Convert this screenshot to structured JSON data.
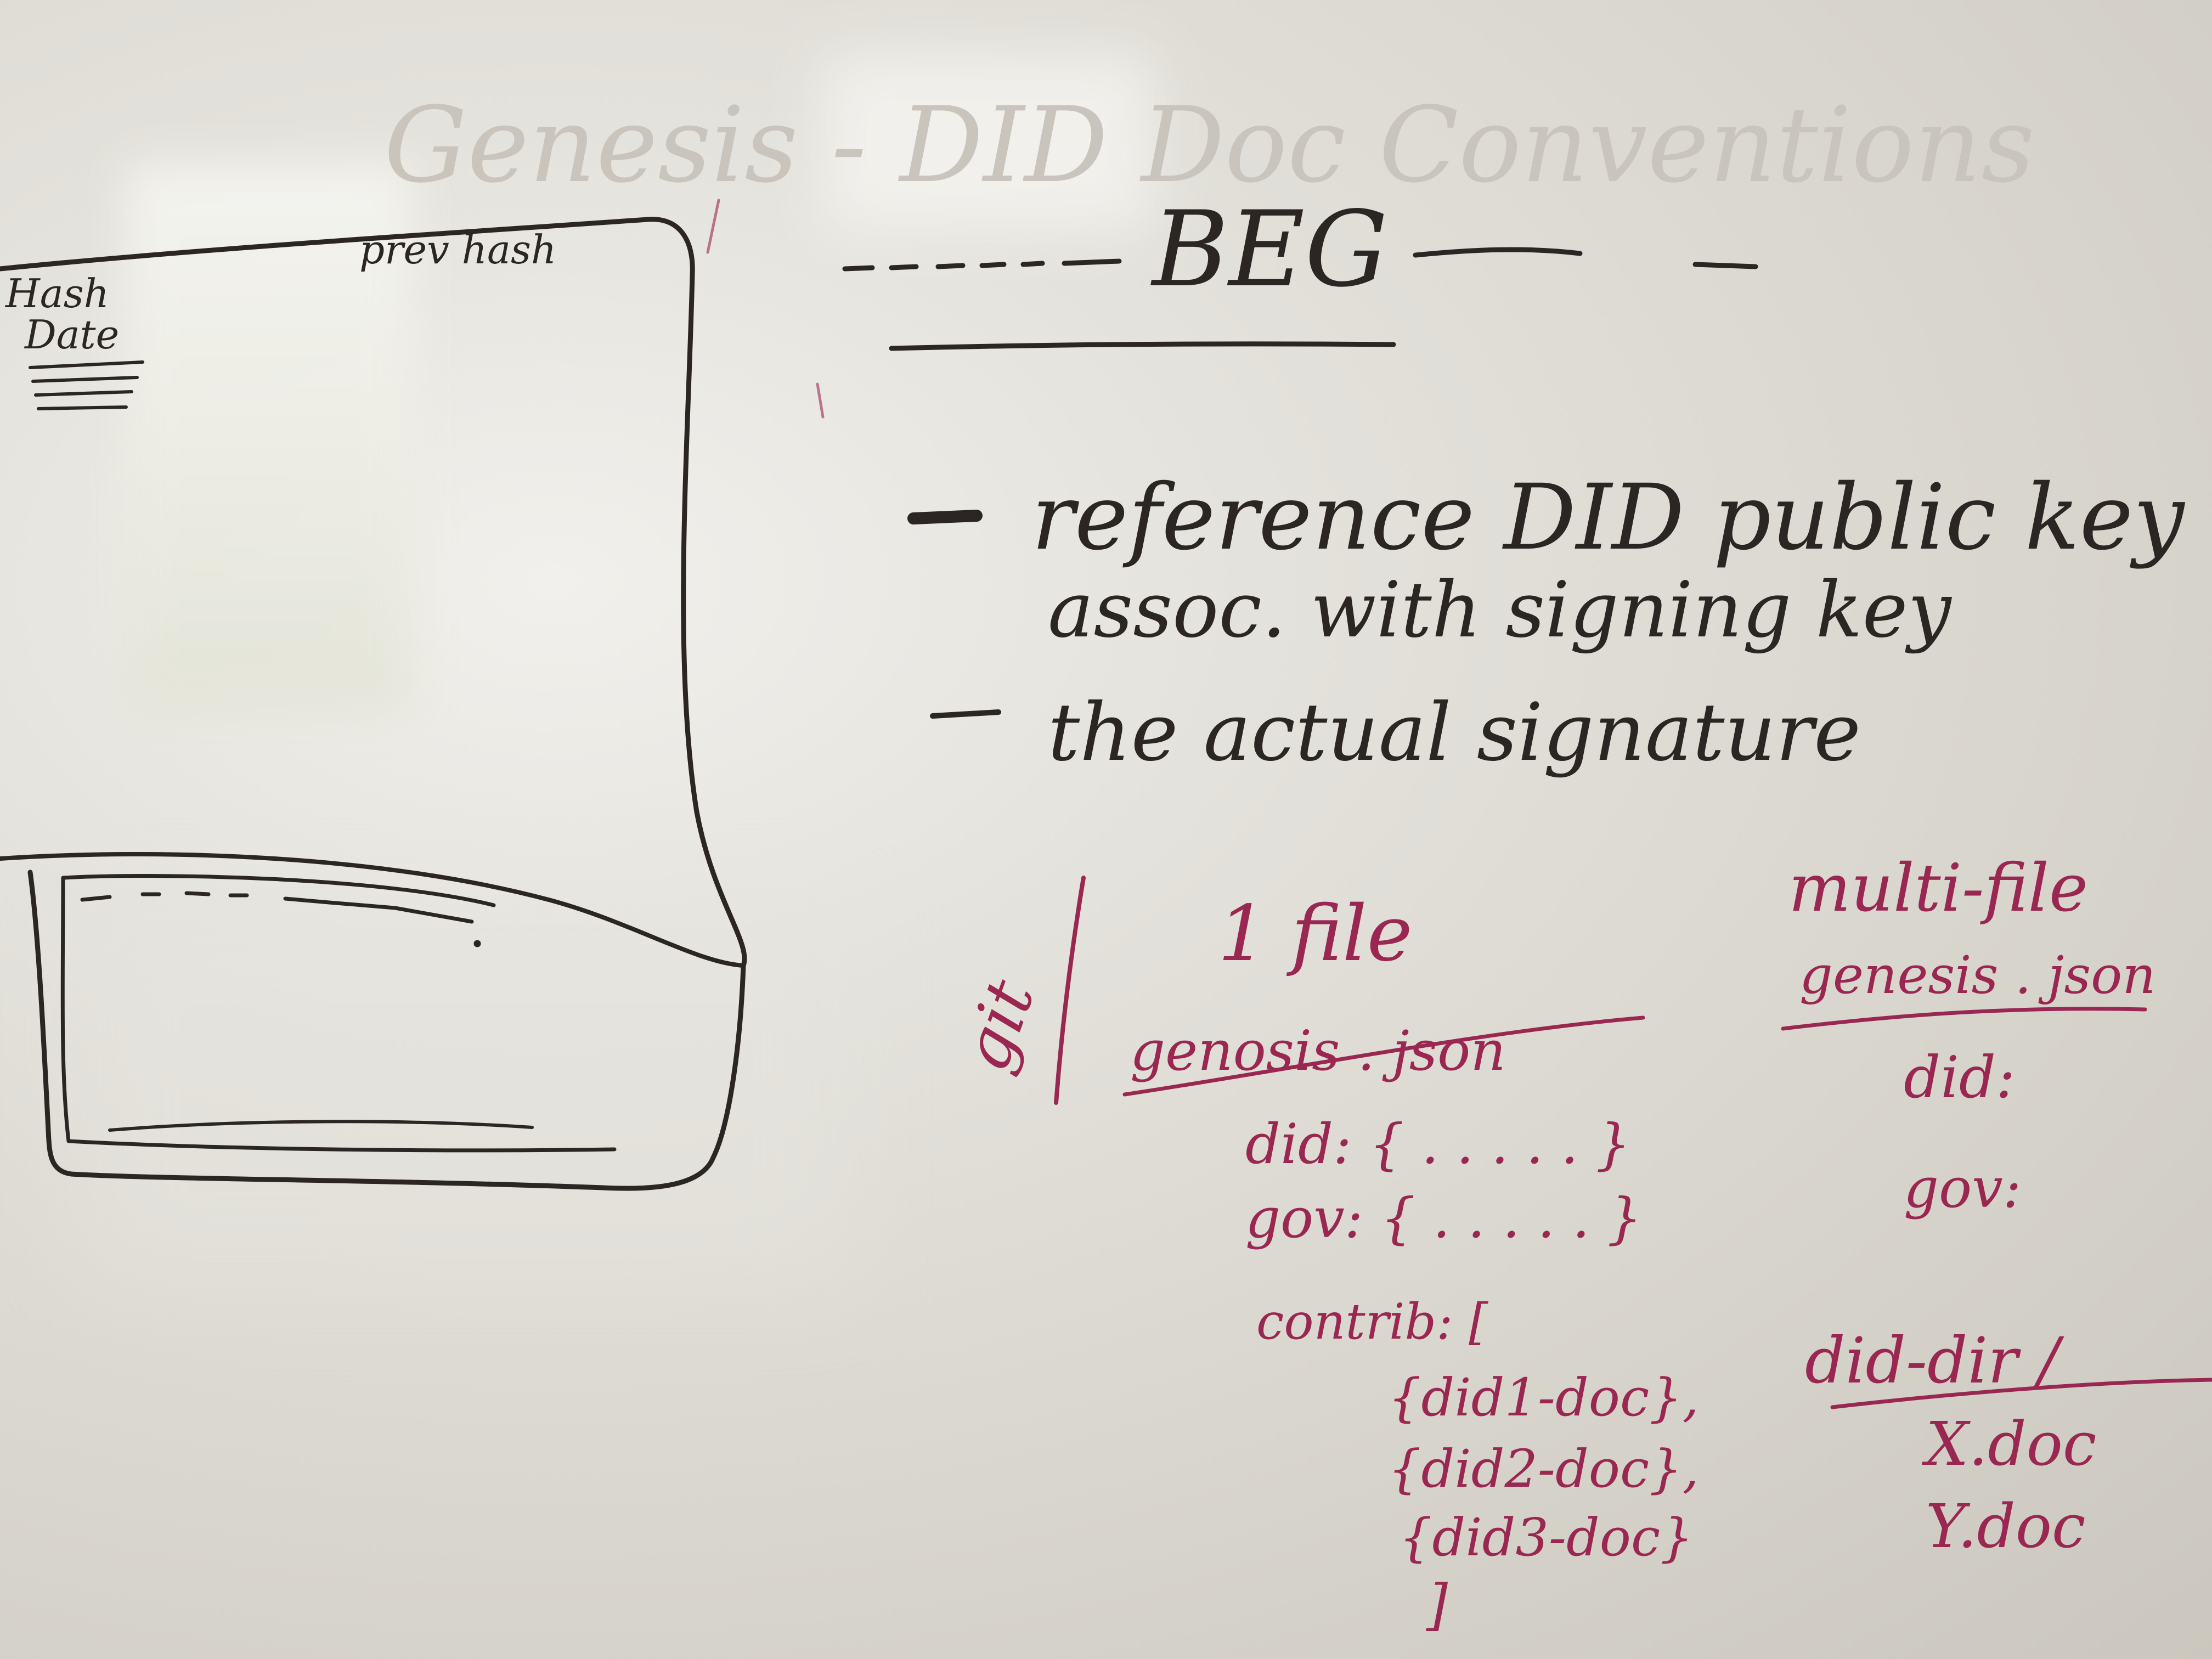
{
  "ghost_heading": "Genesis - DID Doc Conventions",
  "sketch": {
    "label_hash": "Hash",
    "label_date": "Date",
    "label_prev_hash": "prev hash"
  },
  "header": {
    "title": "BEG"
  },
  "notes": {
    "bullet_1_line_1": "reference DID public key",
    "bullet_1_line_2": "assoc. with signing key",
    "bullet_2": "the actual signature"
  },
  "git_section": {
    "git_label": "git",
    "single_file": {
      "heading": "1 file",
      "file_name": "genosis . json",
      "lines": [
        "did: { . . . . . }",
        "gov: { . . . . . }",
        "contrib: [",
        "{did1-doc},",
        "{did2-doc},",
        "{did3-doc}",
        "]"
      ]
    },
    "multi_file": {
      "heading": "multi-file",
      "file_name": "genesis . json",
      "lines": [
        "did:",
        "gov:"
      ],
      "dir_name": "did-dir /",
      "dir_files": [
        "X.doc",
        "Y.doc"
      ]
    }
  },
  "colors": {
    "black_marker": "#2b2623",
    "maroon_marker": "#9a2752",
    "board": "#e4e2dc"
  }
}
